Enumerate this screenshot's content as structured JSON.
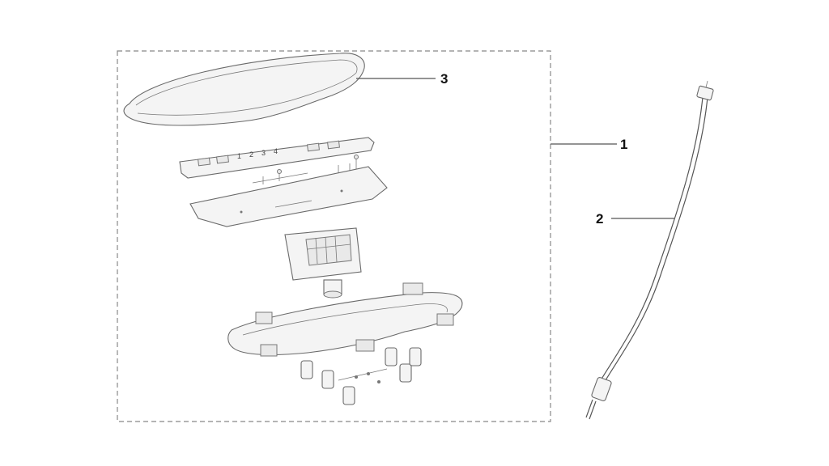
{
  "callouts": {
    "assembly": "1",
    "cable": "2",
    "cover": "3"
  },
  "panel_digits": [
    "1",
    "2",
    "3",
    "4"
  ],
  "colors": {
    "line": "#555555",
    "part_fill": "#f4f4f4",
    "box_border": "#888888"
  }
}
